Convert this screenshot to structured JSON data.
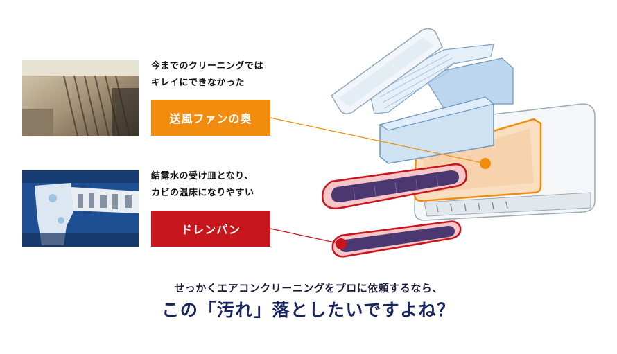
{
  "fan_section": {
    "description_line1": "今までのクリーニングでは",
    "description_line2": "キレイにできなかった",
    "label": "送風ファンの奥",
    "color": "#f28c0f"
  },
  "drain_section": {
    "description_line1": "結露水の受け皿となり、",
    "description_line2": "カビの温床になりやすい",
    "label": "ドレンパン",
    "color": "#c8161d"
  },
  "footer": {
    "lead": "せっかくエアコンクリーニングをプロに依頼するなら、",
    "headline": "この「汚れ」落としたいですよね？"
  }
}
